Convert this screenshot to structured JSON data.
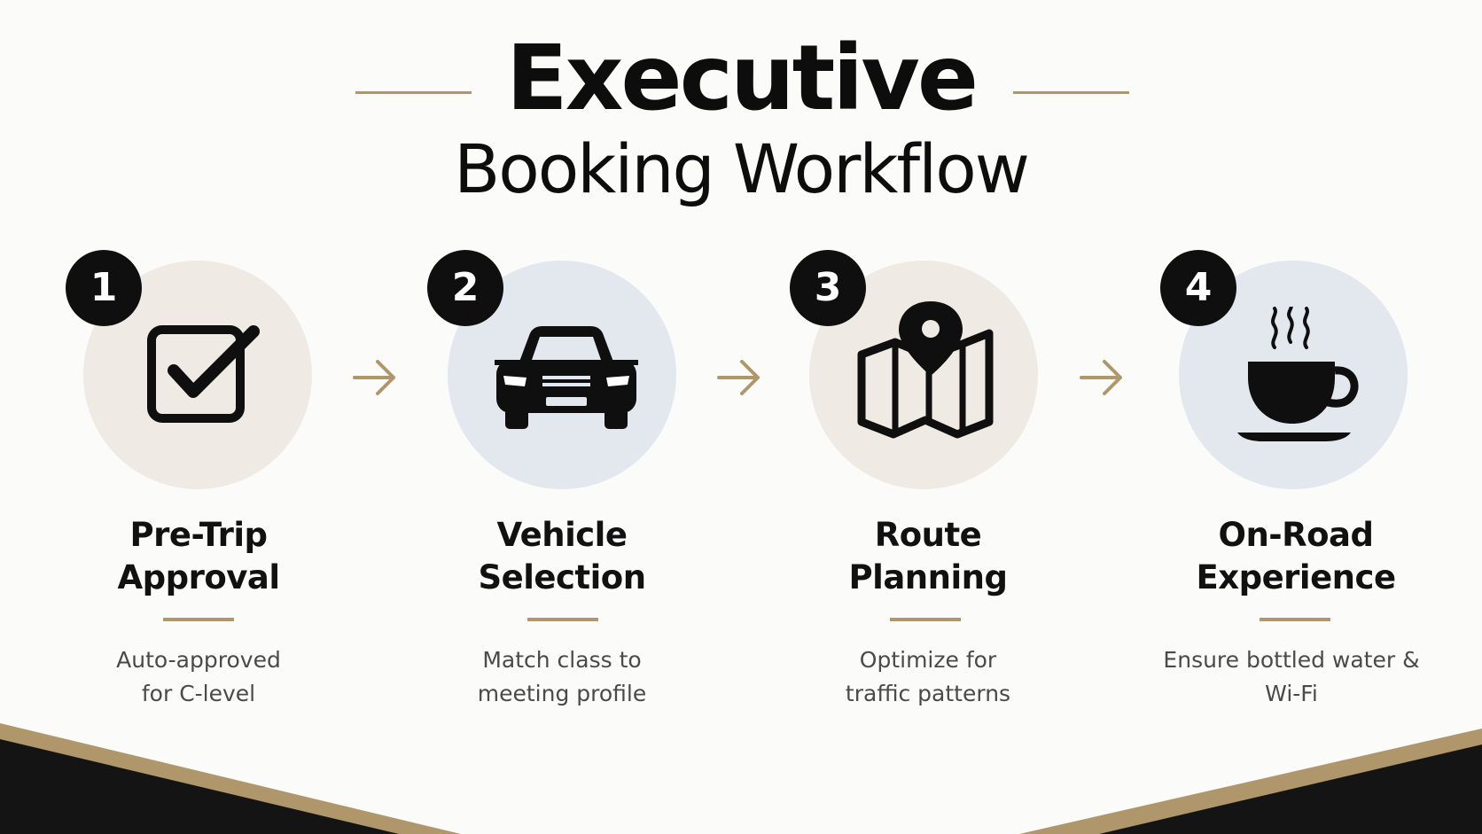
{
  "title": {
    "line1": "Executive",
    "line2": "Booking Workflow"
  },
  "colors": {
    "accent": "#b0976b",
    "dark": "#0f0f0f",
    "circle_warm": "#efebe4",
    "circle_cool": "#e3e7ee"
  },
  "steps": [
    {
      "number": "1",
      "icon": "checkbox-icon",
      "title_line1": "Pre-Trip",
      "title_line2": "Approval",
      "desc_line1": "Auto-approved",
      "desc_line2": "for C-level"
    },
    {
      "number": "2",
      "icon": "car-icon",
      "title_line1": "Vehicle",
      "title_line2": "Selection",
      "desc_line1": "Match class to",
      "desc_line2": "meeting profile"
    },
    {
      "number": "3",
      "icon": "map-pin-icon",
      "title_line1": "Route",
      "title_line2": "Planning",
      "desc_line1": "Optimize for",
      "desc_line2": "traffic patterns"
    },
    {
      "number": "4",
      "icon": "coffee-cup-icon",
      "title_line1": "On-Road",
      "title_line2": "Experience",
      "desc_line1": "Ensure bottled water &",
      "desc_line2": "Wi-Fi"
    }
  ]
}
